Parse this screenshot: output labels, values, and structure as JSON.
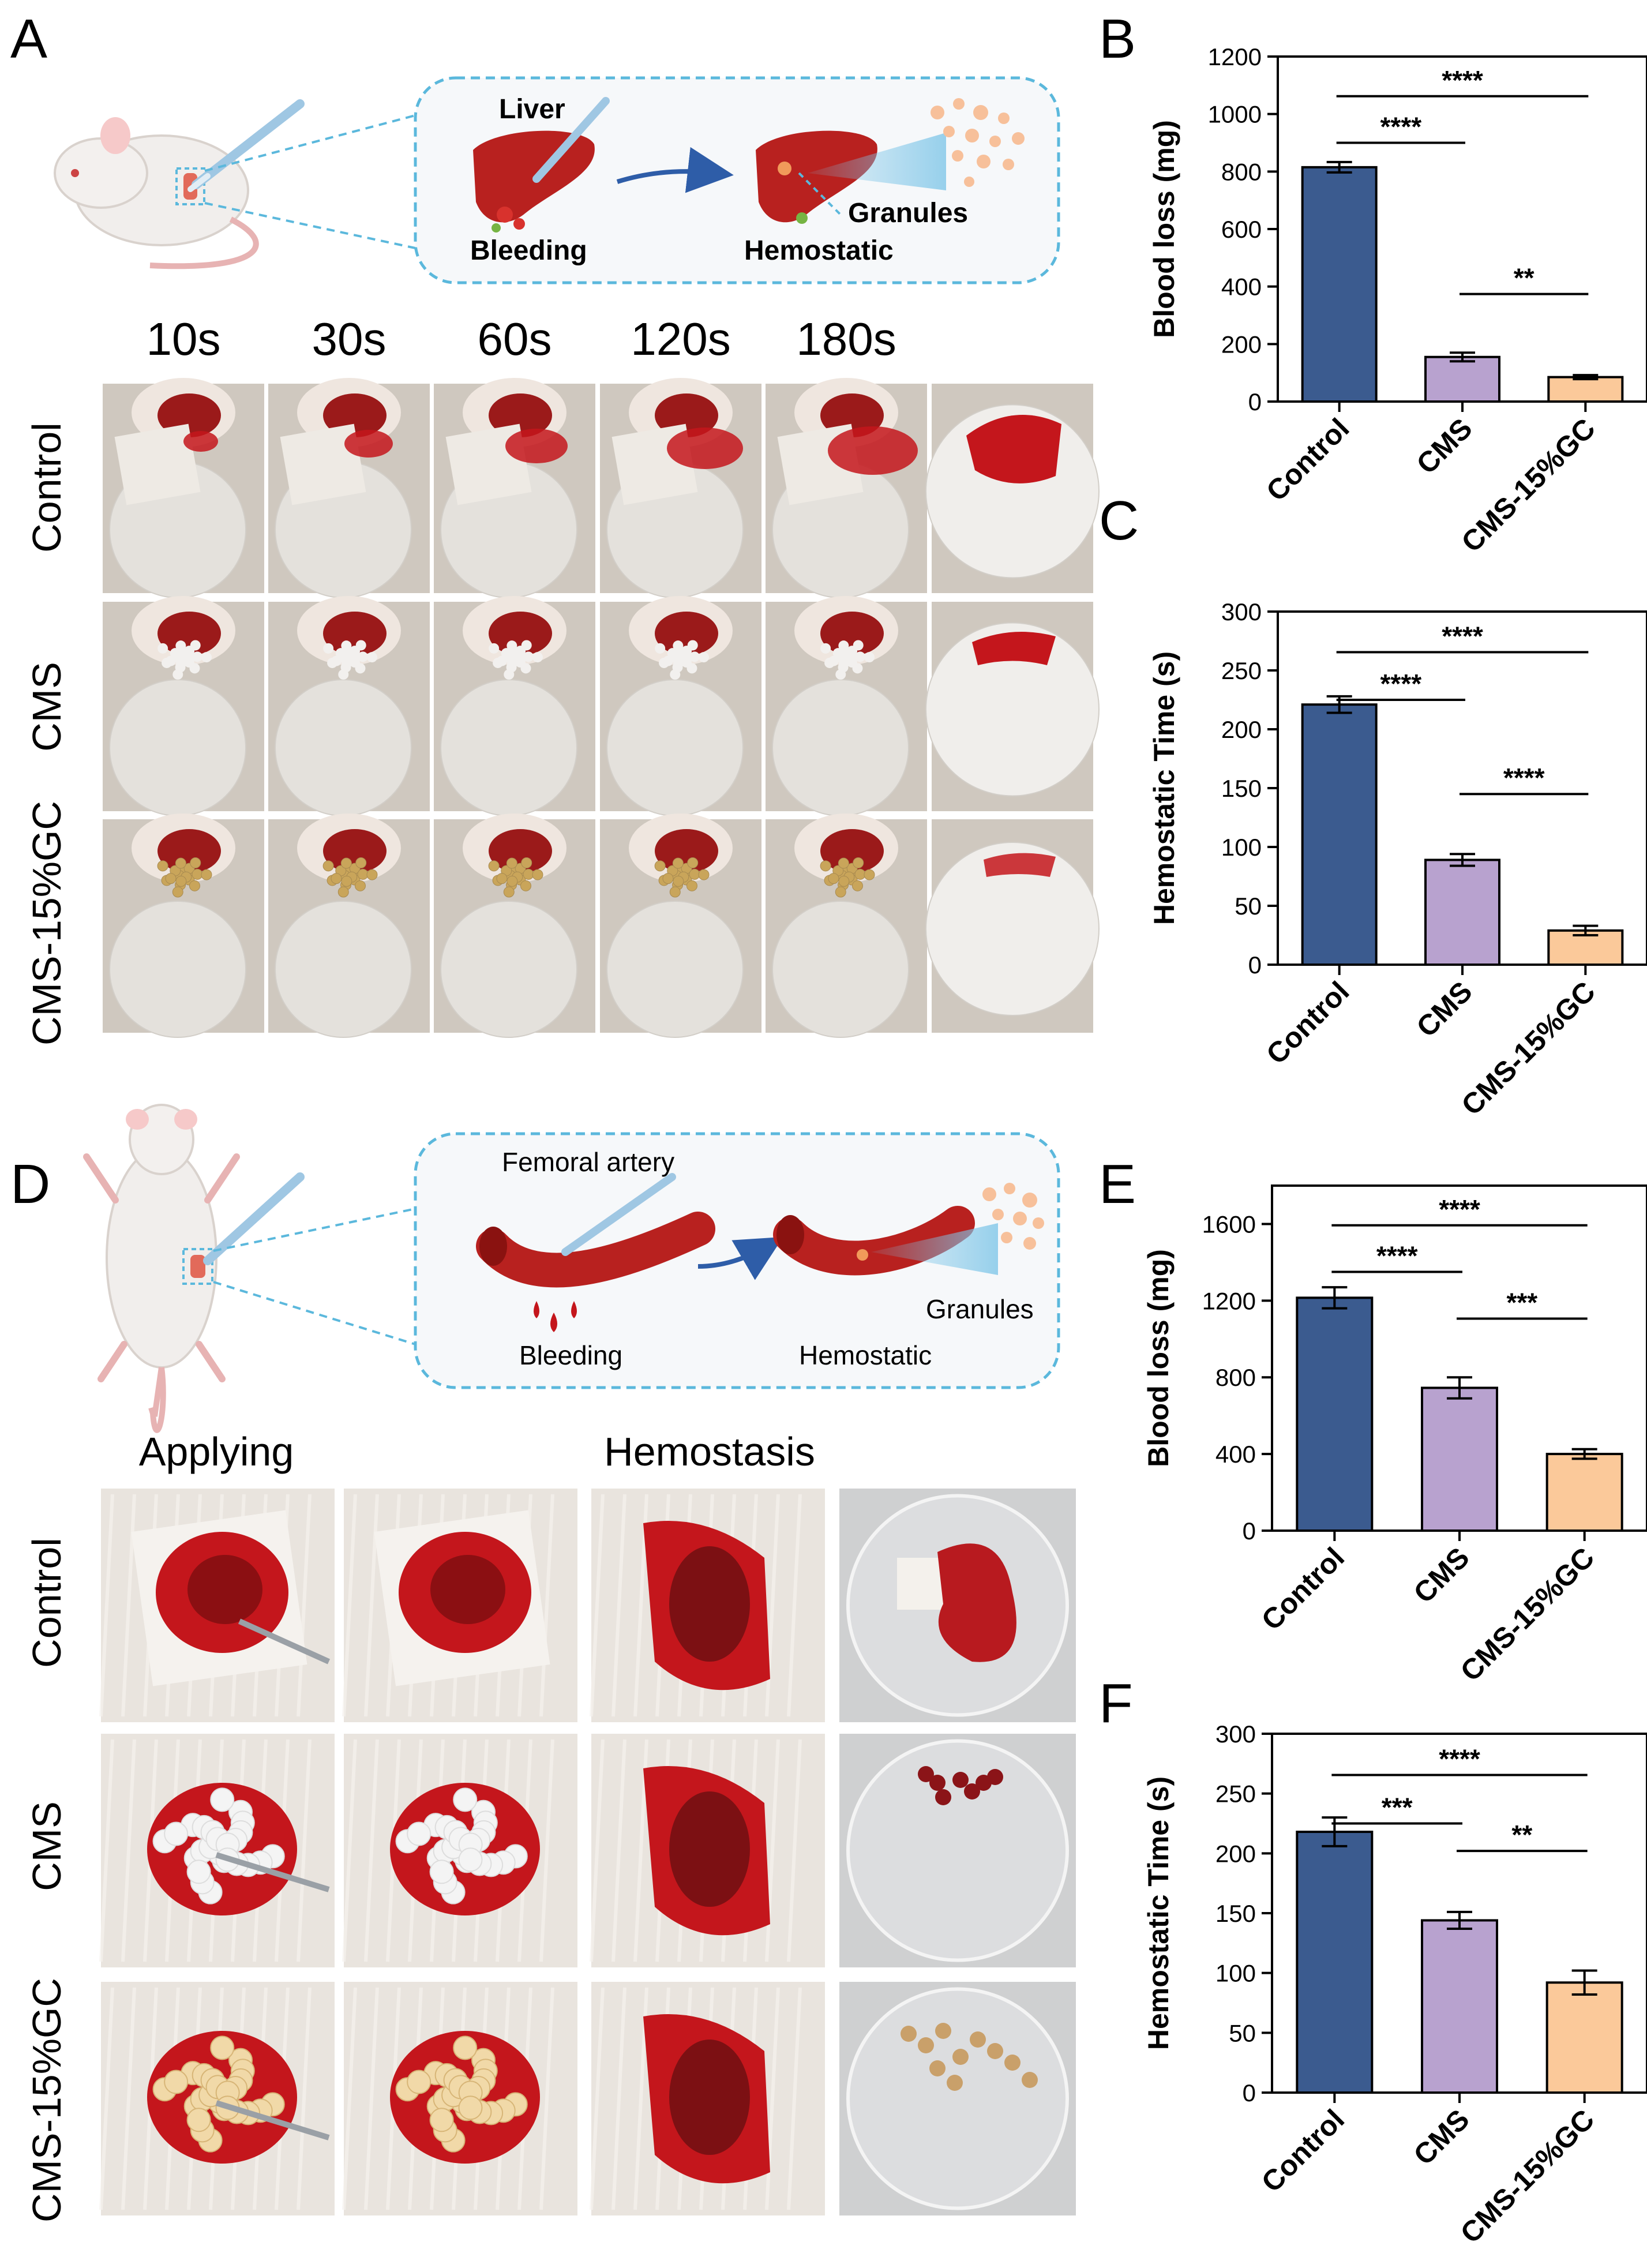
{
  "panel_letters": {
    "a": "A",
    "b": "B",
    "c": "C",
    "d": "D",
    "e": "E",
    "f": "F"
  },
  "schematic_a": {
    "liver": "Liver",
    "bleeding": "Bleeding",
    "hemostatic": "Hemostatic",
    "granules": "Granules"
  },
  "schematic_d": {
    "artery": "Femoral artery",
    "bleeding": "Bleeding",
    "hemostatic": "Hemostatic",
    "granules": "Granules"
  },
  "timepoints": [
    "10s",
    "30s",
    "60s",
    "120s",
    "180s"
  ],
  "phases": {
    "applying": "Applying",
    "hemostasis": "Hemostasis"
  },
  "row_labels": [
    "Control",
    "CMS",
    "CMS-15%GC"
  ],
  "colors": {
    "control": "#3b5b8f",
    "cms": "#b8a2cf",
    "gc": "#fbc99a",
    "gauze": "#eeeae4",
    "blood": "#c4161c",
    "bg_photo": "#cfc8bf",
    "schematic_bg": "#f6f8fa",
    "schematic_border": "#5bb8dc"
  },
  "chart_data": [
    {
      "panel": "B",
      "type": "bar",
      "categories": [
        "Control",
        "CMS",
        "CMS-15%GC"
      ],
      "values": [
        815,
        155,
        85
      ],
      "errors": [
        18,
        15,
        7
      ],
      "ylabel": "Blood loss (mg)",
      "ylim": [
        0,
        1200
      ],
      "yticks": [
        0,
        200,
        400,
        600,
        800,
        1000,
        1200
      ],
      "sig": [
        {
          "from": 0,
          "to": 1,
          "label": "****"
        },
        {
          "from": 0,
          "to": 2,
          "label": "****"
        },
        {
          "from": 1,
          "to": 2,
          "label": "**"
        }
      ]
    },
    {
      "panel": "C",
      "type": "bar",
      "categories": [
        "Control",
        "CMS",
        "CMS-15%GC"
      ],
      "values": [
        221,
        89,
        29
      ],
      "errors": [
        7,
        5,
        4
      ],
      "ylabel": "Hemostatic Time (s)",
      "ylim": [
        0,
        300
      ],
      "yticks": [
        0,
        50,
        100,
        150,
        200,
        250,
        300
      ],
      "sig": [
        {
          "from": 0,
          "to": 1,
          "label": "****"
        },
        {
          "from": 0,
          "to": 2,
          "label": "****"
        },
        {
          "from": 1,
          "to": 2,
          "label": "****"
        }
      ]
    },
    {
      "panel": "E",
      "type": "bar",
      "categories": [
        "Control",
        "CMS",
        "CMS-15%GC"
      ],
      "values": [
        1215,
        745,
        400
      ],
      "errors": [
        55,
        55,
        25
      ],
      "ylabel": "Blood loss (mg)",
      "ylim": [
        0,
        1800
      ],
      "yticks": [
        0,
        400,
        800,
        1200,
        1600
      ],
      "sig": [
        {
          "from": 0,
          "to": 1,
          "label": "****"
        },
        {
          "from": 0,
          "to": 2,
          "label": "****"
        },
        {
          "from": 1,
          "to": 2,
          "label": "***"
        }
      ]
    },
    {
      "panel": "F",
      "type": "bar",
      "categories": [
        "Control",
        "CMS",
        "CMS-15%GC"
      ],
      "values": [
        218,
        144,
        92
      ],
      "errors": [
        12,
        7,
        10
      ],
      "ylabel": "Hemostatic Time (s)",
      "ylim": [
        0,
        300
      ],
      "yticks": [
        0,
        50,
        100,
        150,
        200,
        250,
        300
      ],
      "sig": [
        {
          "from": 0,
          "to": 1,
          "label": "***"
        },
        {
          "from": 0,
          "to": 2,
          "label": "****"
        },
        {
          "from": 1,
          "to": 2,
          "label": "**"
        }
      ]
    }
  ]
}
